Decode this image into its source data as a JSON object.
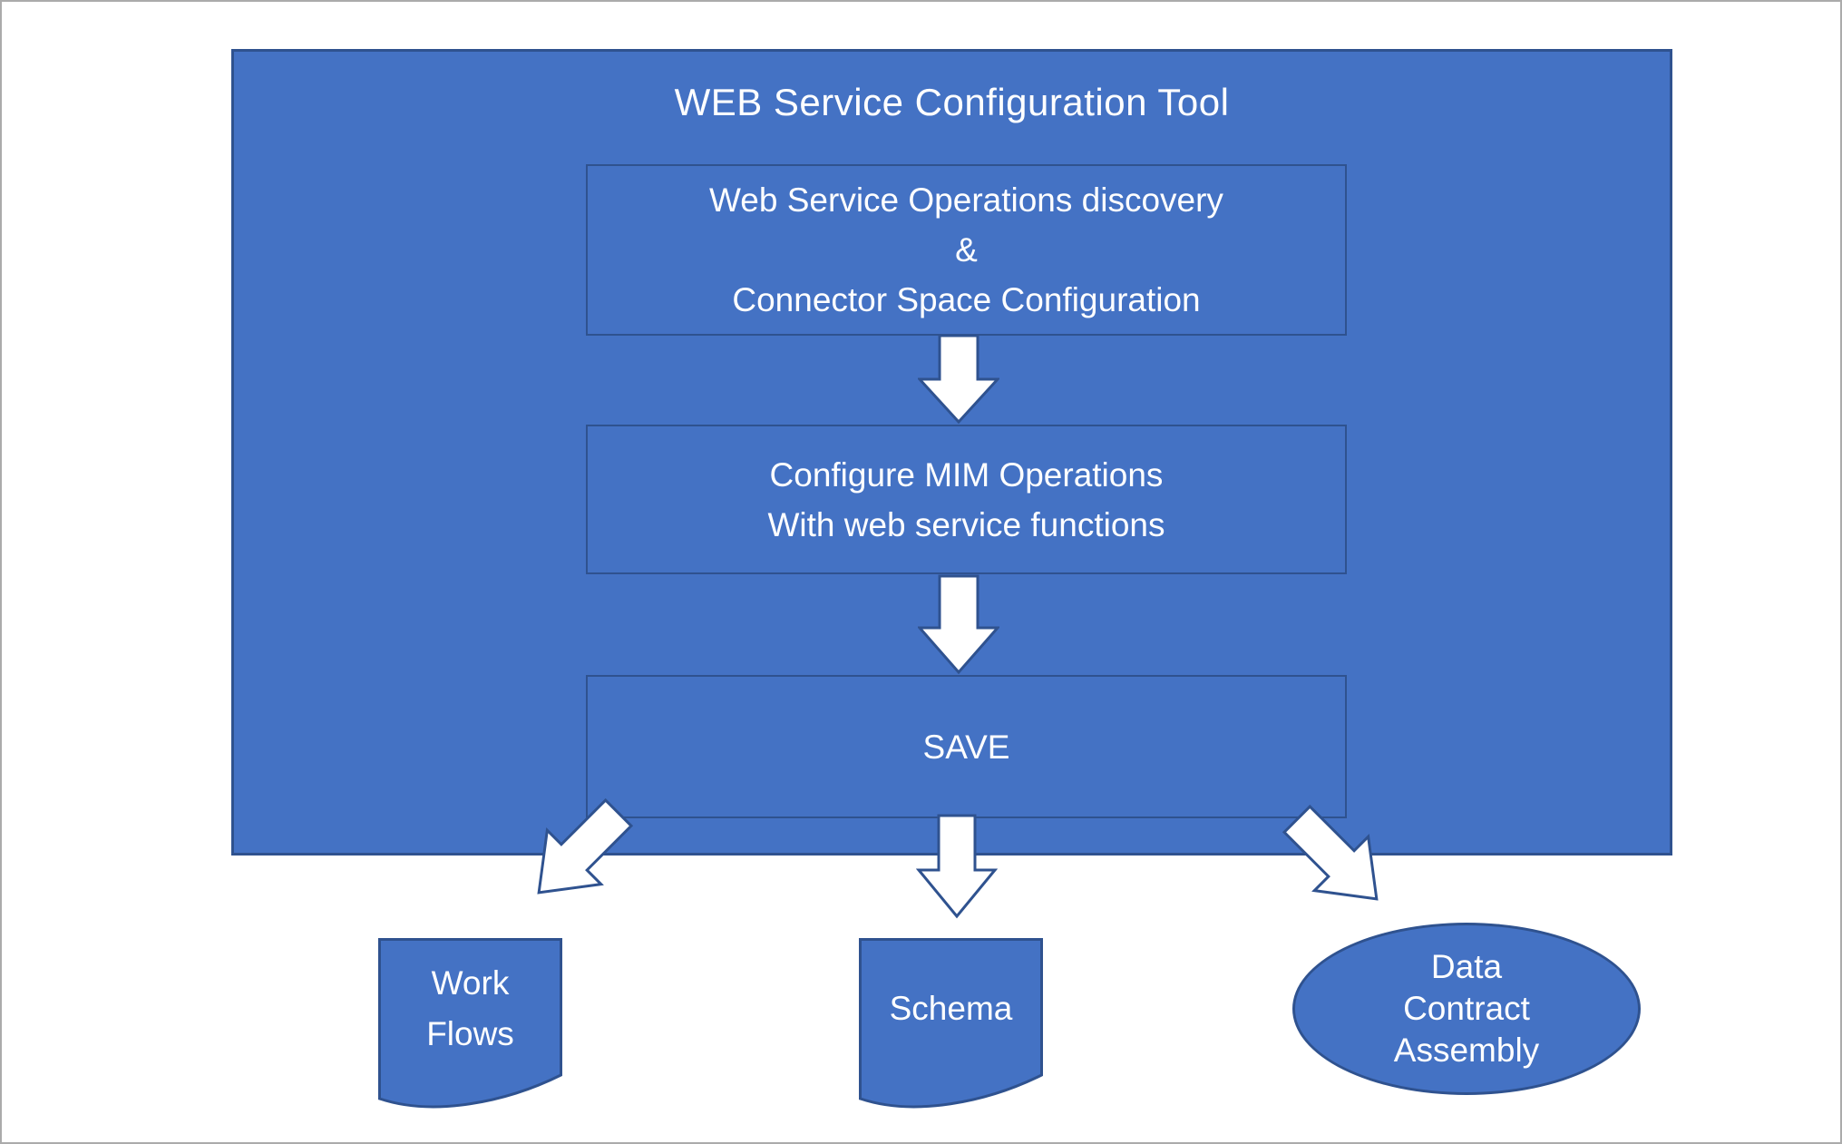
{
  "diagram": {
    "title": "WEB Service Configuration Tool",
    "steps": [
      {
        "id": "discovery",
        "text": "Web Service Operations discovery\n&\nConnector Space Configuration"
      },
      {
        "id": "configure",
        "text": "Configure MIM Operations\nWith web service functions"
      },
      {
        "id": "save",
        "text": "SAVE"
      }
    ],
    "outputs": [
      {
        "id": "workflows",
        "shape": "wave-document",
        "text": "Work\nFlows"
      },
      {
        "id": "schema",
        "shape": "wave-document",
        "text": "Schema"
      },
      {
        "id": "data-contract",
        "shape": "ellipse",
        "text": "Data\nContract\nAssembly"
      }
    ],
    "arrows": [
      {
        "id": "arrow-1",
        "direction": "down"
      },
      {
        "id": "arrow-2",
        "direction": "down"
      },
      {
        "id": "arrow-bottom-left",
        "direction": "down-left"
      },
      {
        "id": "arrow-bottom-center",
        "direction": "down"
      },
      {
        "id": "arrow-bottom-right",
        "direction": "down-right"
      }
    ],
    "colors": {
      "shape_fill": "#4472C4",
      "shape_border": "#2F528F",
      "text": "#FFFFFF",
      "arrow_fill": "#FFFFFF",
      "page_border": "#ABABAB",
      "background": "#FFFFFF"
    }
  }
}
